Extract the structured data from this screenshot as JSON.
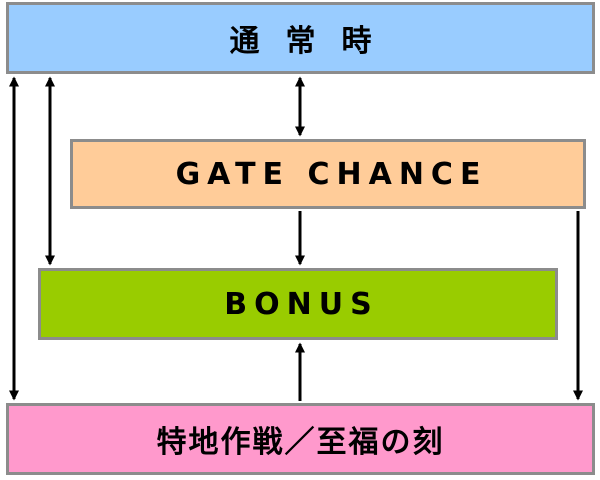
{
  "nodes": {
    "normal": {
      "label": "通常時",
      "color": "#99ccff"
    },
    "gate_chance": {
      "label": "GATE CHANCE",
      "color": "#ffcc99"
    },
    "bonus": {
      "label": "BONUS",
      "color": "#99cc00"
    },
    "special": {
      "label": "特地作戦／至福の刻",
      "color": "#ff99cc"
    }
  },
  "edges": [
    {
      "from": "normal",
      "to": "gate_chance",
      "direction": "both"
    },
    {
      "from": "gate_chance",
      "to": "bonus",
      "direction": "forward"
    },
    {
      "from": "special",
      "to": "bonus",
      "direction": "forward"
    },
    {
      "from": "normal",
      "to": "bonus",
      "direction": "both"
    },
    {
      "from": "normal",
      "to": "special",
      "direction": "both"
    },
    {
      "from": "gate_chance",
      "to": "special",
      "direction": "forward"
    }
  ],
  "colors": {
    "border": "#8c8c8c",
    "arrow": "#000000"
  }
}
